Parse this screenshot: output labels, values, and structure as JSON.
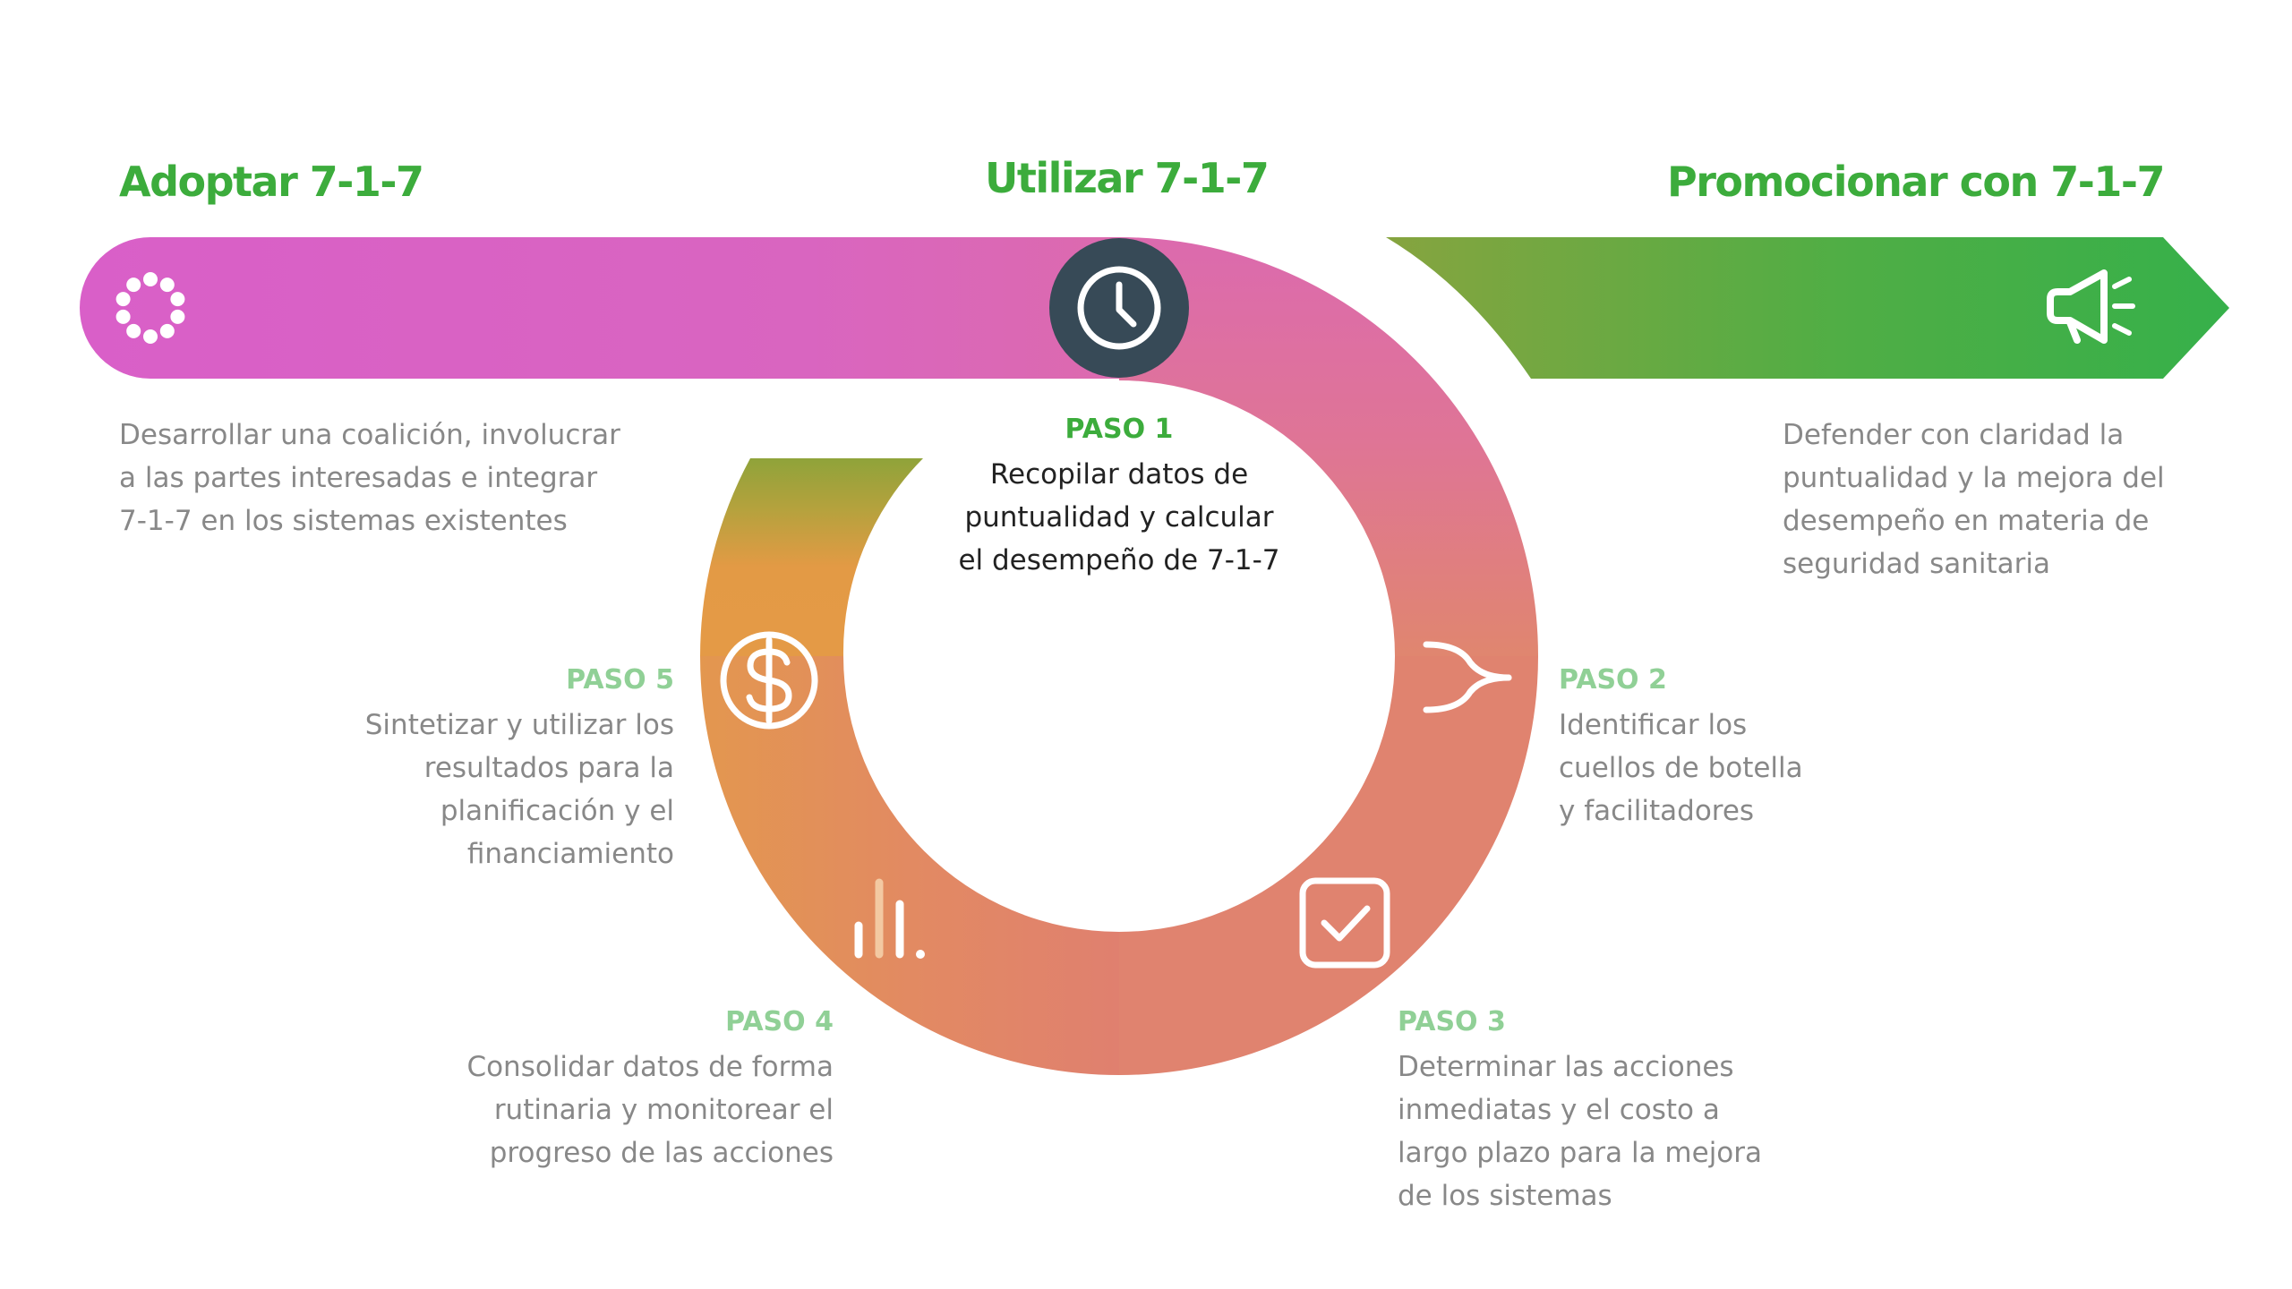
{
  "colors": {
    "heading": "#3cac3c",
    "step1_label": "#3cac3c",
    "step_label": "#90d096",
    "muted_text": "#888888",
    "dark_text": "#222222",
    "band_magenta": "#d95fc8",
    "band_pink": "#df7595",
    "band_salmon": "#e0886e",
    "band_orange": "#e39a45",
    "band_olive": "#8fa33a",
    "arrow_green_start": "#86a43f",
    "arrow_green_end": "#36b04a",
    "clock_circle": "#374a57"
  },
  "headings": {
    "adopt": "Adoptar 7-1-7",
    "use": "Utilizar 7-1-7",
    "promote": "Promocionar con 7-1-7"
  },
  "adopt_desc": [
    "Desarrollar una coalición, involucrar",
    "a las partes interesadas e integrar",
    "7-1-7 en los sistemas existentes"
  ],
  "promote_desc": [
    "Defender con claridad la",
    "puntualidad y la mejora del",
    "desempeño en materia de",
    "seguridad sanitaria"
  ],
  "steps": [
    {
      "label": "PASO 1",
      "icon": "clock-icon",
      "lines": [
        "Recopilar datos de",
        "puntualidad y calcular",
        "el desempeño de 7-1-7"
      ]
    },
    {
      "label": "PASO 2",
      "icon": "merge-arrows-icon",
      "lines": [
        "Identificar los",
        "cuellos de botella",
        "y facilitadores"
      ]
    },
    {
      "label": "PASO 3",
      "icon": "checkbox-icon",
      "lines": [
        "Determinar las acciones",
        "inmediatas y el costo a",
        "largo plazo para la mejora",
        "de los sistemas"
      ]
    },
    {
      "label": "PASO 4",
      "icon": "bar-chart-icon",
      "lines": [
        "Consolidar datos de forma",
        "rutinaria y monitorear el",
        "progreso de las acciones"
      ]
    },
    {
      "label": "PASO 5",
      "icon": "dollar-coin-icon",
      "lines": [
        "Sintetizar y utilizar los",
        "resultados para la",
        "planificación y el",
        "financiamiento"
      ]
    }
  ],
  "icons": {
    "adopt": "dotted-circle-icon",
    "promote": "megaphone-icon"
  }
}
